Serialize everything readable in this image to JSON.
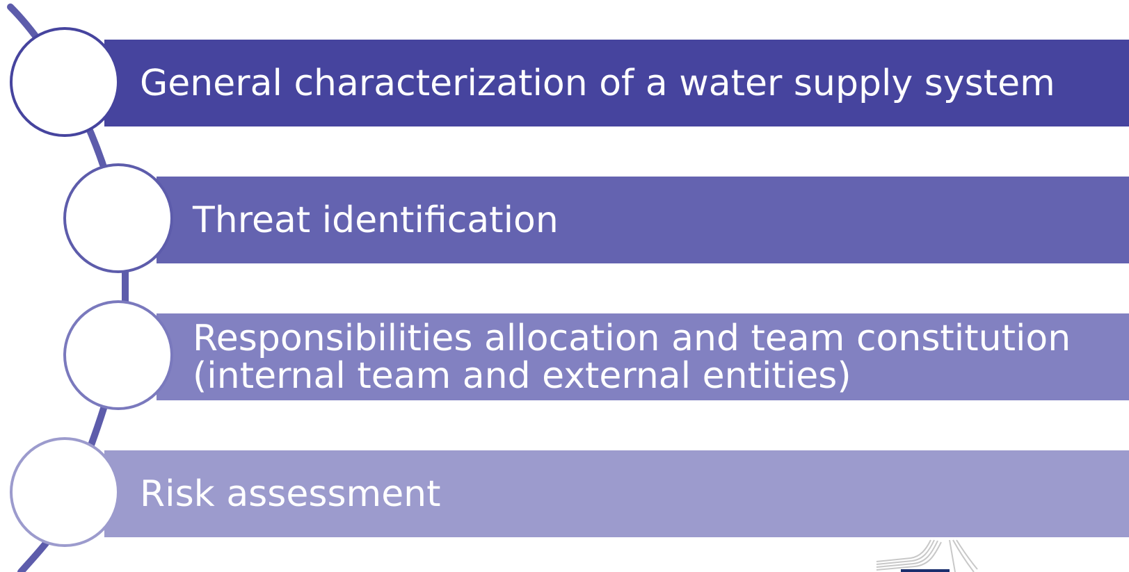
{
  "steps": [
    {
      "label": "General characterization of a water supply system",
      "color": "#46449e"
    },
    {
      "label": "Threat identification",
      "color": "#6463b0"
    },
    {
      "label": "Responsibilities allocation and team constitution\n(internal team and external entities)",
      "color": "#8281c1"
    },
    {
      "label": "Risk assessment",
      "color": "#9c9bcd"
    }
  ],
  "arc_color": "#5d5cab"
}
